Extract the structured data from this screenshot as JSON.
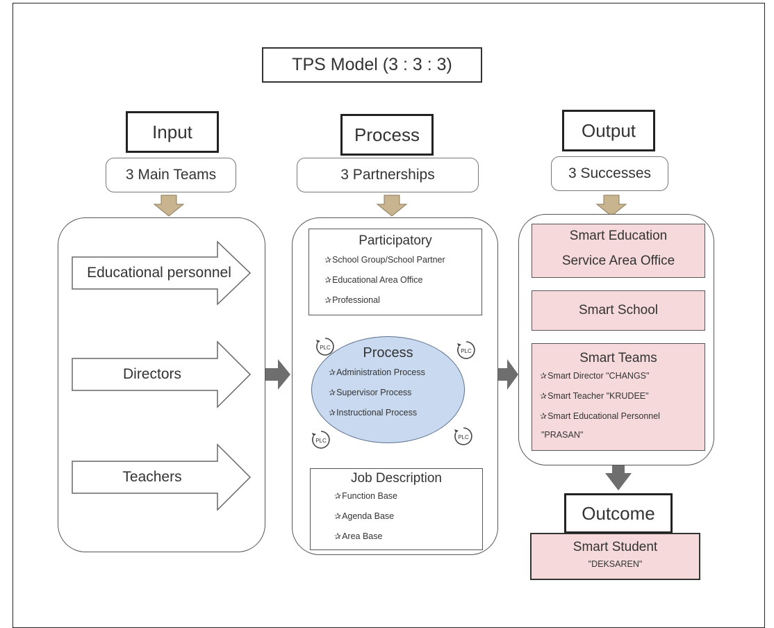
{
  "title": "TPS Model (3 : 3 : 3)",
  "columns": {
    "input": {
      "heading": "Input",
      "subheading": "3 Main Teams",
      "items": [
        "Educational personnel",
        "Directors",
        "Teachers"
      ]
    },
    "process": {
      "heading": "Process",
      "subheading": "3 Partnerships",
      "participatory": {
        "title": "Participatory",
        "items": [
          "School Group/School Partner",
          "Educational Area Office",
          "Professional"
        ]
      },
      "core": {
        "title": "Process",
        "items": [
          "Administration Process",
          "Supervisor Process",
          "Instructional Process"
        ]
      },
      "job": {
        "title": "Job Description",
        "items": [
          "Function Base",
          "Agenda Base",
          "Area Base"
        ]
      },
      "plc_label": "PLC"
    },
    "output": {
      "heading": "Output",
      "subheading": "3 Successes",
      "office": {
        "line1": "Smart Education",
        "line2": "Service Area Office"
      },
      "school": "Smart School",
      "teams": {
        "title": "Smart Teams",
        "items": [
          "Smart Director \"CHANGS\"",
          "Smart Teacher \"KRUDEE\"",
          "Smart Educational Personnel"
        ],
        "tail": "\"PRASAN\""
      }
    },
    "outcome": {
      "heading": "Outcome",
      "student": "Smart Student",
      "student_tag": "\"DEKSAREN\""
    }
  },
  "colors": {
    "tan_arrow": "#c8b48f",
    "gray_arrow": "#6e6e6e",
    "pink": "#f6d9da",
    "ellipse": "#c9daf0"
  }
}
